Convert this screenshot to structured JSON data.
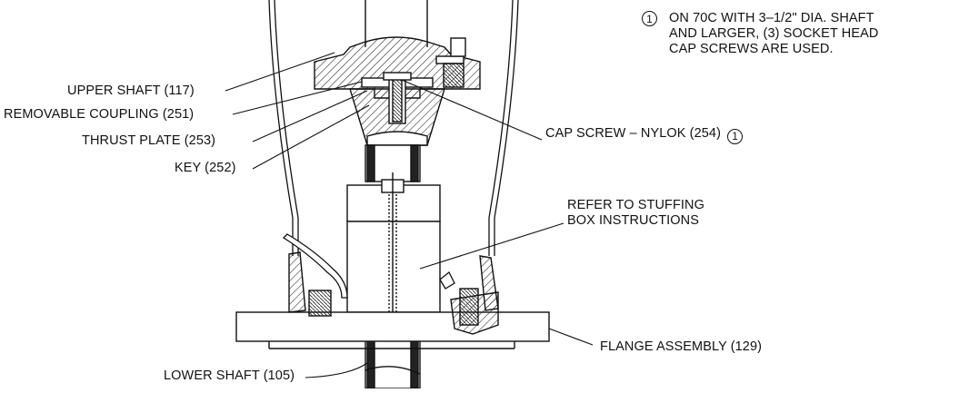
{
  "note": {
    "number": "1",
    "lines": [
      "ON 70C WITH 3–1/2\" DIA. SHAFT",
      "AND LARGER, (3) SOCKET HEAD",
      "CAP  SCREWS ARE USED."
    ]
  },
  "labels": {
    "upper_shaft": "UPPER SHAFT (117)",
    "removable_coupling": "REMOVABLE COUPLING (251)",
    "thrust_plate": "THRUST PLATE (253)",
    "key": "KEY (252)",
    "cap_screw": "CAP SCREW – NYLOK (254)",
    "cap_screw_ref": "1",
    "stuffing_box_line1": "REFER TO STUFFING",
    "stuffing_box_line2": "BOX INSTRUCTIONS",
    "flange_assembly": "FLANGE ASSEMBLY (129)",
    "lower_shaft": "LOWER SHAFT (105)"
  }
}
